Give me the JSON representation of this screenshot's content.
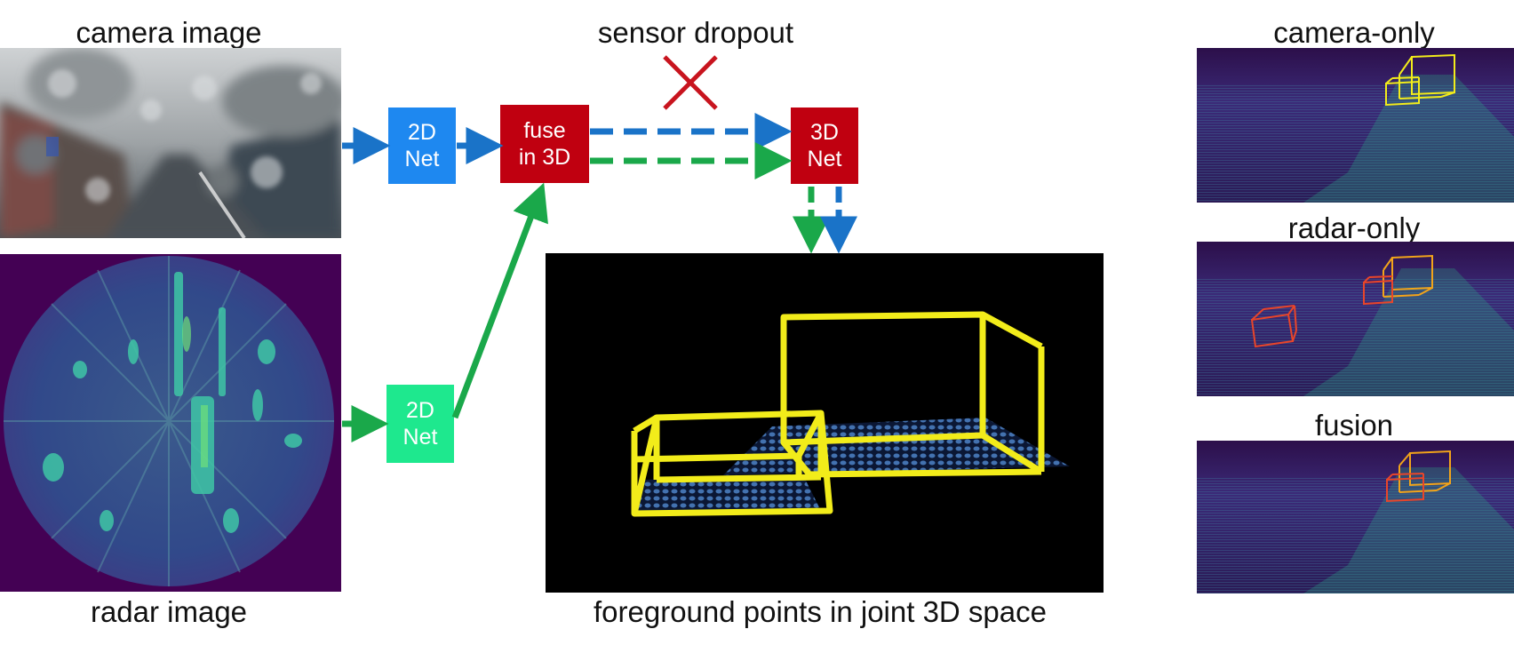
{
  "labels": {
    "camera_image": "camera image",
    "radar_image": "radar image",
    "sensor_dropout": "sensor dropout",
    "foreground": "foreground points in joint 3D space",
    "camera_only": "camera-only",
    "radar_only": "radar-only",
    "fusion": "fusion"
  },
  "boxes": {
    "net2d_camera": {
      "line1": "2D",
      "line2": "Net"
    },
    "fuse": {
      "line1": "fuse",
      "line2": "in 3D"
    },
    "net3d": {
      "line1": "3D",
      "line2": "Net"
    },
    "net2d_radar": {
      "line1": "2D",
      "line2": "Net"
    }
  },
  "colors": {
    "camera_path": "#1a73c8",
    "radar_path": "#1aa84a",
    "camera_box": "#1e88f0",
    "radar_box": "#1ee88e",
    "fuse_box": "#c00010",
    "dropout_x": "#c8141e",
    "bbox": "#f2ec1a",
    "pred_box": "#e8452a"
  }
}
